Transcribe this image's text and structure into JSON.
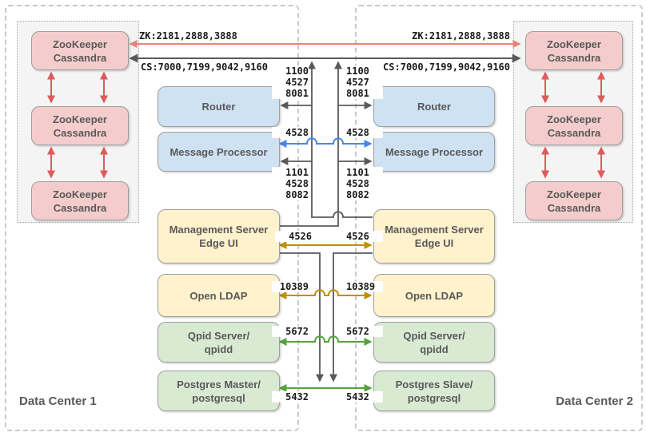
{
  "dc1": {
    "label": "Data Center 1",
    "nodes": [
      {
        "lines": [
          "ZooKeeper",
          "Cassandra"
        ]
      },
      {
        "lines": [
          "ZooKeeper",
          "Cassandra"
        ]
      },
      {
        "lines": [
          "ZooKeeper",
          "Cassandra"
        ]
      }
    ],
    "components": [
      {
        "lines": [
          "Router"
        ]
      },
      {
        "lines": [
          "Message Processor"
        ]
      },
      {
        "lines": [
          "Management Server",
          "Edge UI"
        ]
      },
      {
        "lines": [
          "Open LDAP"
        ]
      },
      {
        "lines": [
          "Qpid Server/",
          "qpidd"
        ]
      },
      {
        "lines": [
          "Postgres Master/",
          "postgresql"
        ]
      }
    ]
  },
  "dc2": {
    "label": "Data Center 2",
    "nodes": [
      {
        "lines": [
          "ZooKeeper",
          "Cassandra"
        ]
      },
      {
        "lines": [
          "ZooKeeper",
          "Cassandra"
        ]
      },
      {
        "lines": [
          "ZooKeeper",
          "Cassandra"
        ]
      }
    ],
    "components": [
      {
        "lines": [
          "Router"
        ]
      },
      {
        "lines": [
          "Message Processor"
        ]
      },
      {
        "lines": [
          "Management Server",
          "Edge UI"
        ]
      },
      {
        "lines": [
          "Open LDAP"
        ]
      },
      {
        "lines": [
          "Qpid Server/",
          "qpidd"
        ]
      },
      {
        "lines": [
          "Postgres Slave/",
          "postgresql"
        ]
      }
    ]
  },
  "ports": {
    "zk": "ZK:2181,2888,3888",
    "cs": "CS:7000,7199,9042,9160",
    "router": [
      "1100",
      "4527",
      "8081"
    ],
    "mp_bidir": "4528",
    "mp": [
      "1101",
      "4528",
      "8082"
    ],
    "management": "4526",
    "ldap": "10389",
    "qpid": "5672",
    "postgres": "5432"
  },
  "colors": {
    "zk_link": "#e5837b",
    "cs_link": "#595959",
    "cassandra_link": "#dd5b5b",
    "dark_link": "#595959",
    "mp_link": "#4a86e8",
    "gold_link": "#bf9000",
    "green_link": "#55a33a",
    "node_pink": "#f4cccc",
    "node_blue": "#cfe2f3",
    "node_cream": "#fff2cc",
    "node_green": "#d9ead3"
  }
}
